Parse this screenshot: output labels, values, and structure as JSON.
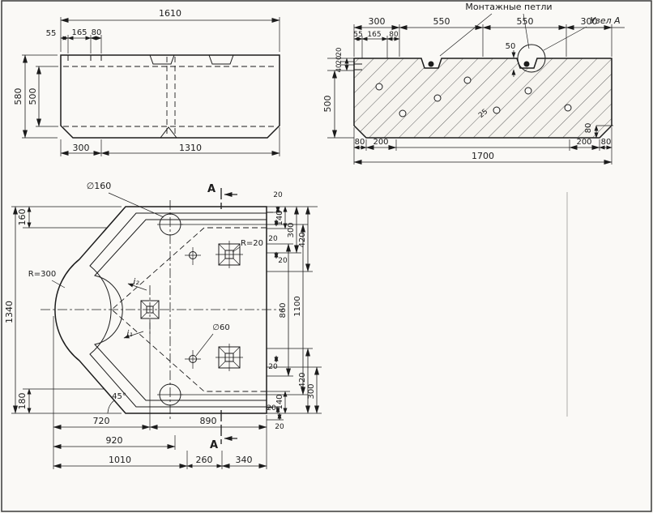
{
  "colors": {
    "ink": "#1c1c1c",
    "paper": "#faf9f6"
  },
  "annotations": {
    "mounting_loops": "Монтажные петли",
    "node_a": "Узел А",
    "section_letter": "А",
    "detail_25": "25"
  },
  "elevation": {
    "len_total": "1610",
    "seg_55": "55",
    "seg_165": "165",
    "seg_80": "80",
    "h_580": "580",
    "h_500": "500",
    "b_300": "300",
    "b_1310": "1310"
  },
  "section": {
    "t_300l": "300",
    "t_550l": "550",
    "t_550r": "550",
    "t_300r": "300",
    "s_55": "55",
    "s_165": "165",
    "s_80": "80",
    "notch_50": "50",
    "l_20a": "20",
    "l_20b": "20",
    "l_40": "40",
    "l_500": "500",
    "r_80": "80",
    "b_80l": "80",
    "b_200l": "200",
    "b_200r": "200",
    "b_80r": "80",
    "len_total": "1700"
  },
  "plan": {
    "phi160": "∅160",
    "phi60": "∅60",
    "r300": "R=300",
    "r20": "R=20",
    "i1": "i₁",
    "i2": "i₂",
    "angle": "45°",
    "l_160": "160",
    "l_1340": "1340",
    "l_180": "180",
    "b_720": "720",
    "b_890": "890",
    "b_920": "920",
    "b_1010": "1010",
    "b_260": "260",
    "b_340": "340",
    "rt_20a": "20",
    "rt_140": "140",
    "rt_300": "300",
    "rt_420": "420",
    "rt_20b": "20",
    "rt_20c": "20",
    "r_860": "860",
    "r_1100": "1100",
    "rb_20a": "20",
    "rb_420": "420",
    "rb_300": "300",
    "rb_140": "140",
    "rb_20b": "20",
    "rb_20c": "20"
  }
}
